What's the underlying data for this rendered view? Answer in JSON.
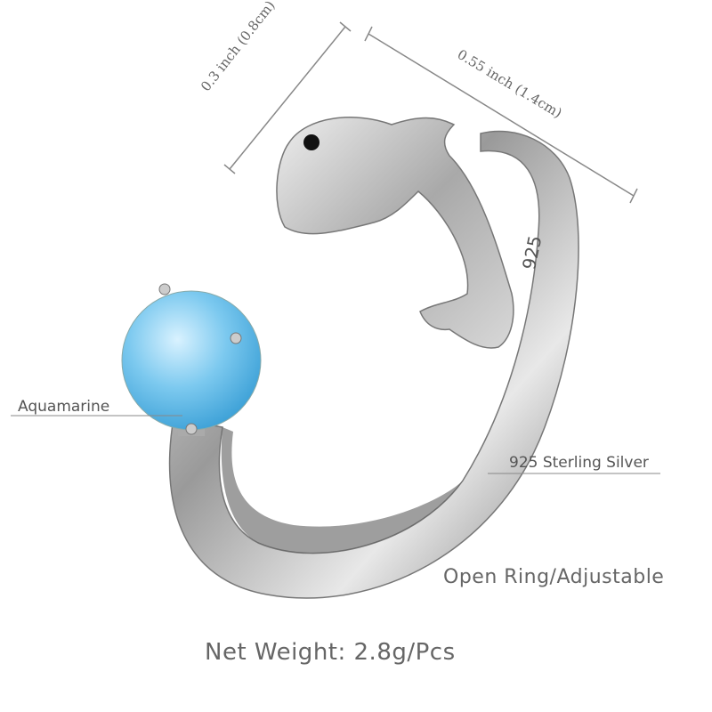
{
  "dimensions": {
    "height_label": "0.3 inch (0.8cm)",
    "width_label": "0.55 inch (1.4cm)"
  },
  "callouts": {
    "stone": "Aquamarine",
    "material": "925 Sterling Silver",
    "type": "Open Ring/Adjustable"
  },
  "stamp": "925",
  "net_weight": "Net Weight: 2.8g/Pcs",
  "colors": {
    "gem": "#6fc4ea",
    "silver": "#b8b8b8",
    "text": "#666666"
  }
}
